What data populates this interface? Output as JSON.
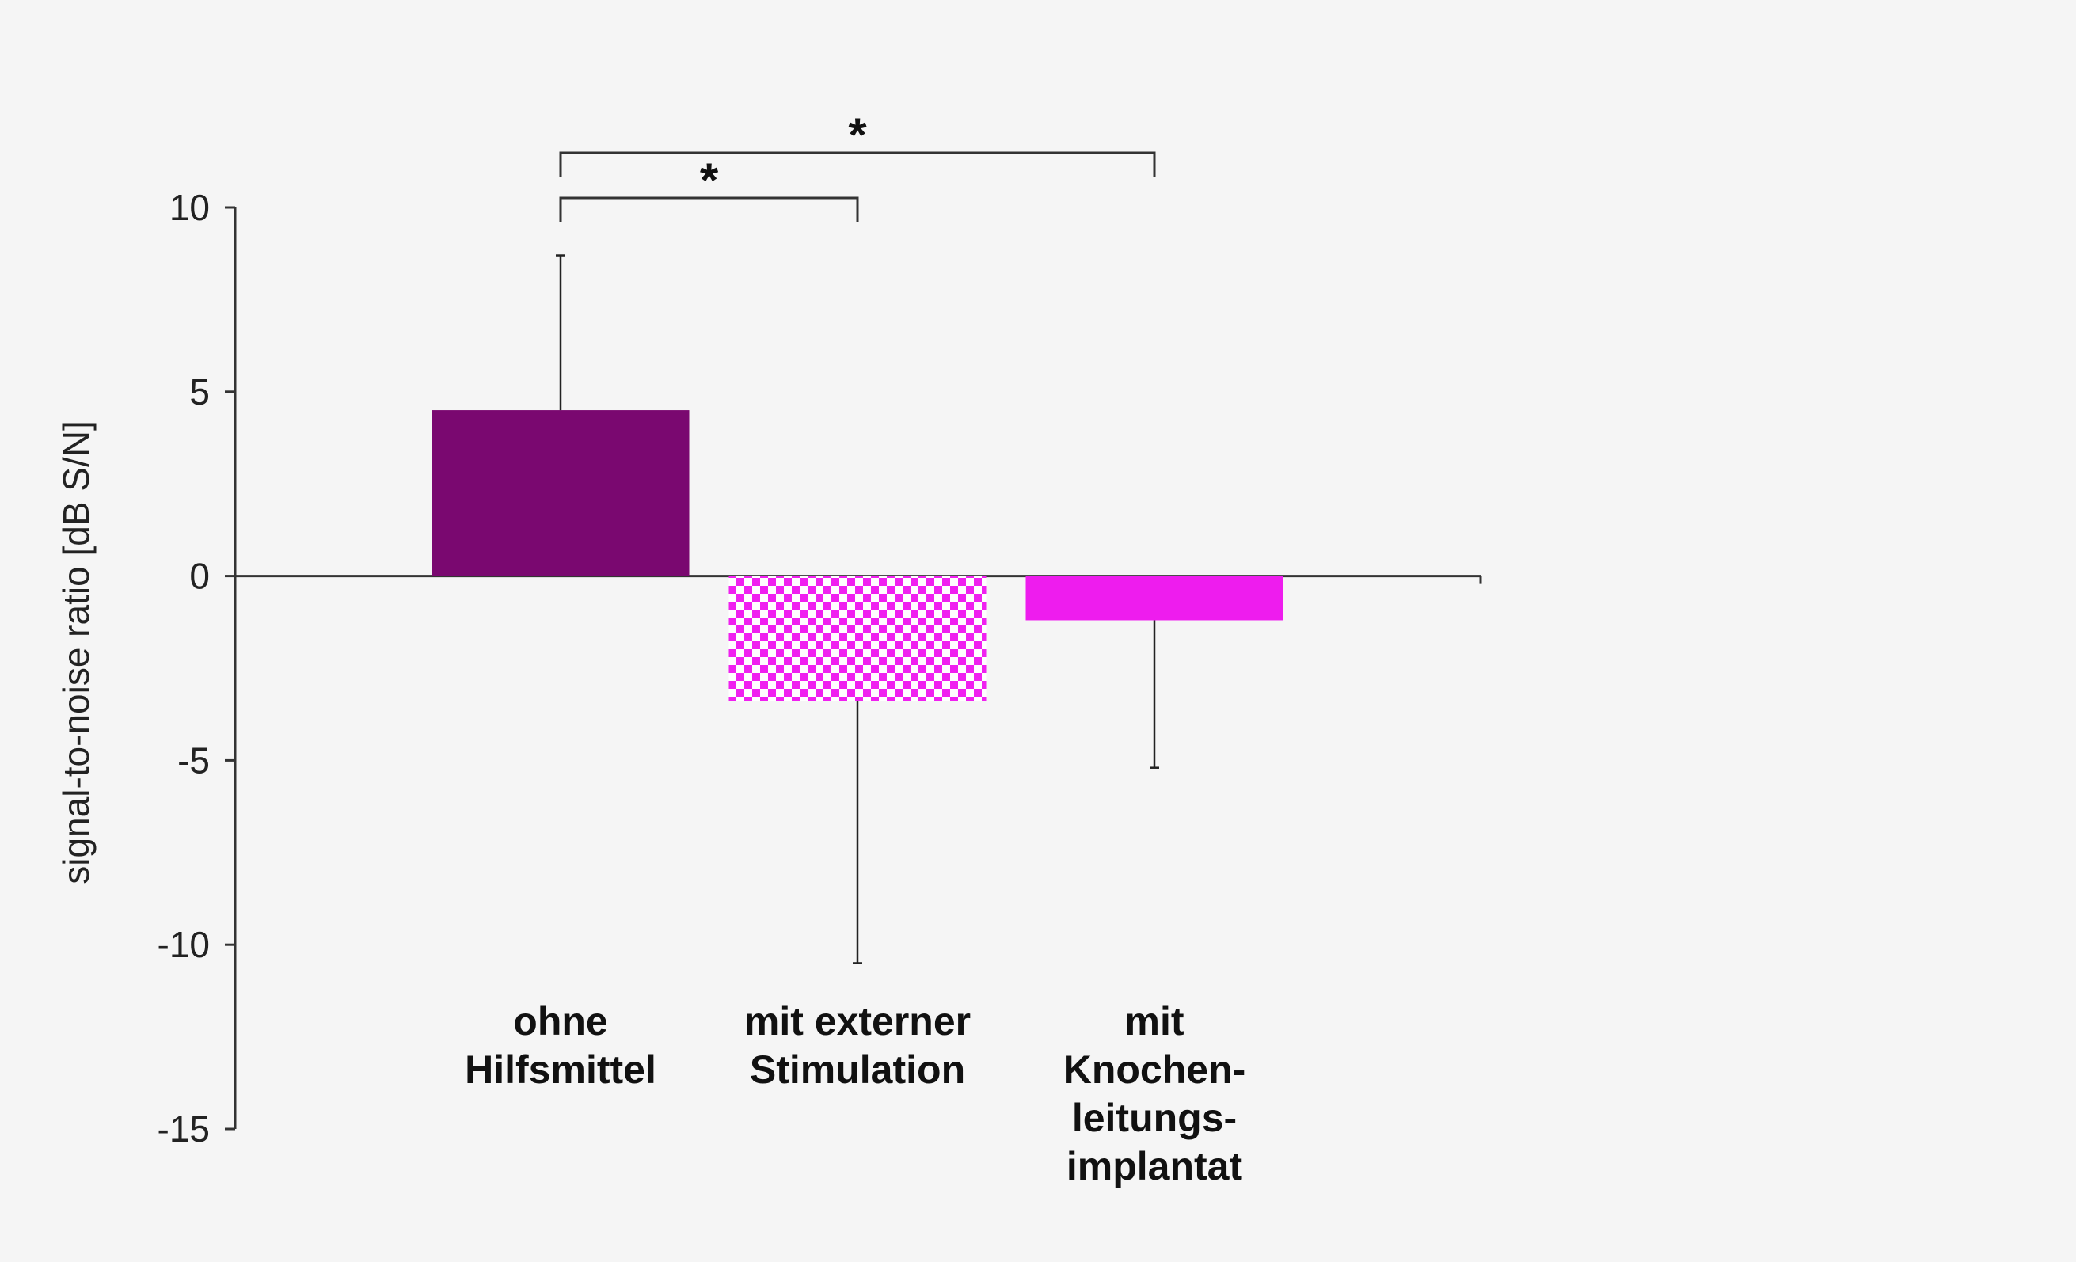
{
  "chart_data": {
    "type": "bar",
    "title": "",
    "xlabel": "",
    "ylabel": "signal-to-noise ratio [dB S/N]",
    "ylim": [
      -15,
      10
    ],
    "yticks": [
      10,
      5,
      0,
      -5,
      -10,
      -15
    ],
    "ytick_labels": [
      "10",
      "5",
      "0",
      "-5",
      "-10",
      "-15"
    ],
    "grid": false,
    "legend": "none",
    "categories": [
      [
        "ohne",
        "Hilfsmittel"
      ],
      [
        "mit externer",
        "Stimulation"
      ],
      [
        "mit",
        "Knochen-",
        "leitungs-",
        "implantat"
      ]
    ],
    "values": [
      4.5,
      -3.4,
      -1.2
    ],
    "error_bars": [
      {
        "direction": "up",
        "end": 8.7
      },
      {
        "direction": "down",
        "end": -10.5
      },
      {
        "direction": "down",
        "end": -5.2
      }
    ],
    "bar_styles": [
      {
        "fill": "#7a0870",
        "pattern": "solid"
      },
      {
        "fill": "#f020f0",
        "pattern": "checkered",
        "alt": "#ffffff"
      },
      {
        "fill": "#ee1cee",
        "pattern": "solid"
      }
    ],
    "significance": [
      {
        "from": 0,
        "to": 1,
        "label": "*",
        "level": 1
      },
      {
        "from": 0,
        "to": 2,
        "label": "*",
        "level": 2
      }
    ]
  }
}
